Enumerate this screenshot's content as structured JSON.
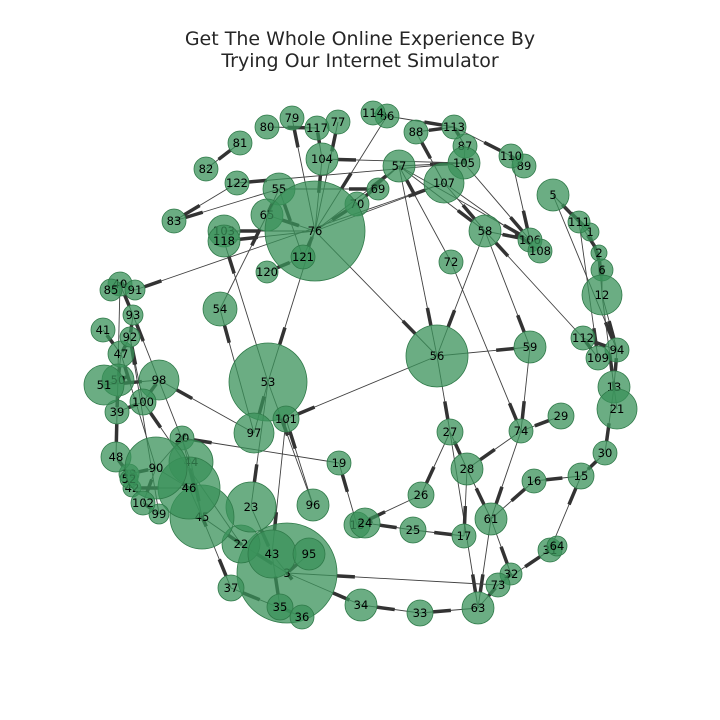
{
  "title_lines": [
    "Get The Whole Online Experience By",
    "Trying Our Internet Simulator"
  ],
  "colors": {
    "node_fill": "#3a9259",
    "node_stroke": "#2f7a49",
    "edge": "#404040",
    "background": "#ffffff"
  },
  "graph": {
    "type": "directed-network",
    "nodes": [
      {
        "id": "1"
      },
      {
        "id": "2"
      },
      {
        "id": "3"
      },
      {
        "id": "5"
      },
      {
        "id": "6"
      },
      {
        "id": "12"
      },
      {
        "id": "13"
      },
      {
        "id": "15"
      },
      {
        "id": "16"
      },
      {
        "id": "17"
      },
      {
        "id": "18"
      },
      {
        "id": "19"
      },
      {
        "id": "20"
      },
      {
        "id": "21"
      },
      {
        "id": "22"
      },
      {
        "id": "23"
      },
      {
        "id": "24"
      },
      {
        "id": "25"
      },
      {
        "id": "26"
      },
      {
        "id": "27"
      },
      {
        "id": "28"
      },
      {
        "id": "29"
      },
      {
        "id": "30"
      },
      {
        "id": "31"
      },
      {
        "id": "32"
      },
      {
        "id": "33"
      },
      {
        "id": "34"
      },
      {
        "id": "35"
      },
      {
        "id": "36"
      },
      {
        "id": "37"
      },
      {
        "id": "38"
      },
      {
        "id": "39"
      },
      {
        "id": "40"
      },
      {
        "id": "41"
      },
      {
        "id": "42"
      },
      {
        "id": "43"
      },
      {
        "id": "44"
      },
      {
        "id": "45"
      },
      {
        "id": "46"
      },
      {
        "id": "47"
      },
      {
        "id": "48"
      },
      {
        "id": "50"
      },
      {
        "id": "51"
      },
      {
        "id": "52"
      },
      {
        "id": "53"
      },
      {
        "id": "54"
      },
      {
        "id": "55"
      },
      {
        "id": "56"
      },
      {
        "id": "57"
      },
      {
        "id": "58"
      },
      {
        "id": "59"
      },
      {
        "id": "61"
      },
      {
        "id": "63"
      },
      {
        "id": "64"
      },
      {
        "id": "65"
      },
      {
        "id": "69"
      },
      {
        "id": "70"
      },
      {
        "id": "72"
      },
      {
        "id": "73"
      },
      {
        "id": "74"
      },
      {
        "id": "76"
      },
      {
        "id": "77"
      },
      {
        "id": "79"
      },
      {
        "id": "80"
      },
      {
        "id": "81"
      },
      {
        "id": "82"
      },
      {
        "id": "83"
      },
      {
        "id": "85"
      },
      {
        "id": "86"
      },
      {
        "id": "87"
      },
      {
        "id": "88"
      },
      {
        "id": "89"
      },
      {
        "id": "90"
      },
      {
        "id": "91"
      },
      {
        "id": "92"
      },
      {
        "id": "93"
      },
      {
        "id": "94"
      },
      {
        "id": "95"
      },
      {
        "id": "96"
      },
      {
        "id": "97"
      },
      {
        "id": "98"
      },
      {
        "id": "99"
      },
      {
        "id": "100"
      },
      {
        "id": "101"
      },
      {
        "id": "102"
      },
      {
        "id": "103"
      },
      {
        "id": "104"
      },
      {
        "id": "105"
      },
      {
        "id": "106"
      },
      {
        "id": "107"
      },
      {
        "id": "108"
      },
      {
        "id": "109"
      },
      {
        "id": "110"
      },
      {
        "id": "111"
      },
      {
        "id": "112"
      },
      {
        "id": "113"
      },
      {
        "id": "114"
      },
      {
        "id": "117"
      },
      {
        "id": "118"
      },
      {
        "id": "120"
      },
      {
        "id": "121"
      },
      {
        "id": "122"
      }
    ],
    "edges": [
      [
        "76",
        "103"
      ],
      [
        "76",
        "118"
      ],
      [
        "76",
        "121"
      ],
      [
        "76",
        "65"
      ],
      [
        "76",
        "104"
      ],
      [
        "76",
        "77"
      ],
      [
        "76",
        "79"
      ],
      [
        "76",
        "70"
      ],
      [
        "76",
        "57"
      ],
      [
        "76",
        "107"
      ],
      [
        "76",
        "53"
      ],
      [
        "76",
        "56"
      ],
      [
        "121",
        "120"
      ],
      [
        "121",
        "55"
      ],
      [
        "57",
        "105"
      ],
      [
        "57",
        "58"
      ],
      [
        "57",
        "106"
      ],
      [
        "57",
        "56"
      ],
      [
        "57",
        "70"
      ],
      [
        "107",
        "91"
      ],
      [
        "107",
        "88"
      ],
      [
        "107",
        "58"
      ],
      [
        "107",
        "108"
      ],
      [
        "105",
        "87"
      ],
      [
        "105",
        "104"
      ],
      [
        "105",
        "122"
      ],
      [
        "105",
        "106"
      ],
      [
        "113",
        "110"
      ],
      [
        "113",
        "87"
      ],
      [
        "86",
        "114"
      ],
      [
        "86",
        "76"
      ],
      [
        "86",
        "113"
      ],
      [
        "110",
        "89"
      ],
      [
        "110",
        "106"
      ],
      [
        "5",
        "111"
      ],
      [
        "5",
        "94"
      ],
      [
        "5",
        "1"
      ],
      [
        "111",
        "1"
      ],
      [
        "111",
        "2"
      ],
      [
        "111",
        "109"
      ],
      [
        "1",
        "6"
      ],
      [
        "2",
        "12"
      ],
      [
        "6",
        "12"
      ],
      [
        "12",
        "13"
      ],
      [
        "12",
        "94"
      ],
      [
        "94",
        "13"
      ],
      [
        "13",
        "21"
      ],
      [
        "13",
        "30"
      ],
      [
        "112",
        "109"
      ],
      [
        "112",
        "58"
      ],
      [
        "112",
        "94"
      ],
      [
        "58",
        "56"
      ],
      [
        "58",
        "59"
      ],
      [
        "58",
        "106"
      ],
      [
        "56",
        "59"
      ],
      [
        "56",
        "27"
      ],
      [
        "56",
        "101"
      ],
      [
        "72",
        "57"
      ],
      [
        "72",
        "74"
      ],
      [
        "59",
        "74"
      ],
      [
        "74",
        "29"
      ],
      [
        "74",
        "28"
      ],
      [
        "74",
        "61"
      ],
      [
        "27",
        "63"
      ],
      [
        "27",
        "26"
      ],
      [
        "27",
        "28"
      ],
      [
        "28",
        "17"
      ],
      [
        "28",
        "61"
      ],
      [
        "61",
        "16"
      ],
      [
        "61",
        "32"
      ],
      [
        "61",
        "63"
      ],
      [
        "32",
        "73"
      ],
      [
        "73",
        "63"
      ],
      [
        "73",
        "3"
      ],
      [
        "73",
        "31"
      ],
      [
        "31",
        "64"
      ],
      [
        "31",
        "15"
      ],
      [
        "15",
        "30"
      ],
      [
        "15",
        "16"
      ],
      [
        "63",
        "33"
      ],
      [
        "33",
        "34"
      ],
      [
        "25",
        "24"
      ],
      [
        "25",
        "17"
      ],
      [
        "26",
        "18"
      ],
      [
        "24",
        "18"
      ],
      [
        "18",
        "19"
      ],
      [
        "19",
        "20"
      ],
      [
        "20",
        "45"
      ],
      [
        "20",
        "90"
      ],
      [
        "3",
        "43"
      ],
      [
        "3",
        "22"
      ],
      [
        "3",
        "95"
      ],
      [
        "43",
        "23"
      ],
      [
        "43",
        "35"
      ],
      [
        "22",
        "45"
      ],
      [
        "22",
        "100"
      ],
      [
        "45",
        "37"
      ],
      [
        "45",
        "44"
      ],
      [
        "45",
        "46"
      ],
      [
        "46",
        "90"
      ],
      [
        "46",
        "42"
      ],
      [
        "96",
        "101"
      ],
      [
        "96",
        "53"
      ],
      [
        "53",
        "97"
      ],
      [
        "53",
        "23"
      ],
      [
        "53",
        "118"
      ],
      [
        "97",
        "98"
      ],
      [
        "97",
        "54"
      ],
      [
        "98",
        "100"
      ],
      [
        "98",
        "51"
      ],
      [
        "100",
        "39"
      ],
      [
        "100",
        "92"
      ],
      [
        "44",
        "93"
      ],
      [
        "90",
        "47"
      ],
      [
        "90",
        "38"
      ],
      [
        "90",
        "102"
      ],
      [
        "102",
        "99"
      ],
      [
        "99",
        "92"
      ],
      [
        "48",
        "38"
      ],
      [
        "39",
        "50"
      ],
      [
        "50",
        "51"
      ],
      [
        "50",
        "47"
      ],
      [
        "47",
        "92"
      ],
      [
        "92",
        "93"
      ],
      [
        "93",
        "40"
      ],
      [
        "40",
        "85"
      ],
      [
        "40",
        "91"
      ],
      [
        "40",
        "48"
      ],
      [
        "41",
        "47"
      ],
      [
        "54",
        "65"
      ],
      [
        "65",
        "55"
      ],
      [
        "55",
        "83"
      ],
      [
        "55",
        "69"
      ],
      [
        "82",
        "81"
      ],
      [
        "80",
        "117"
      ],
      [
        "117",
        "104"
      ],
      [
        "88",
        "113"
      ],
      [
        "122",
        "83"
      ],
      [
        "35",
        "36"
      ],
      [
        "36",
        "37"
      ],
      [
        "34",
        "3"
      ],
      [
        "101",
        "43"
      ]
    ]
  }
}
